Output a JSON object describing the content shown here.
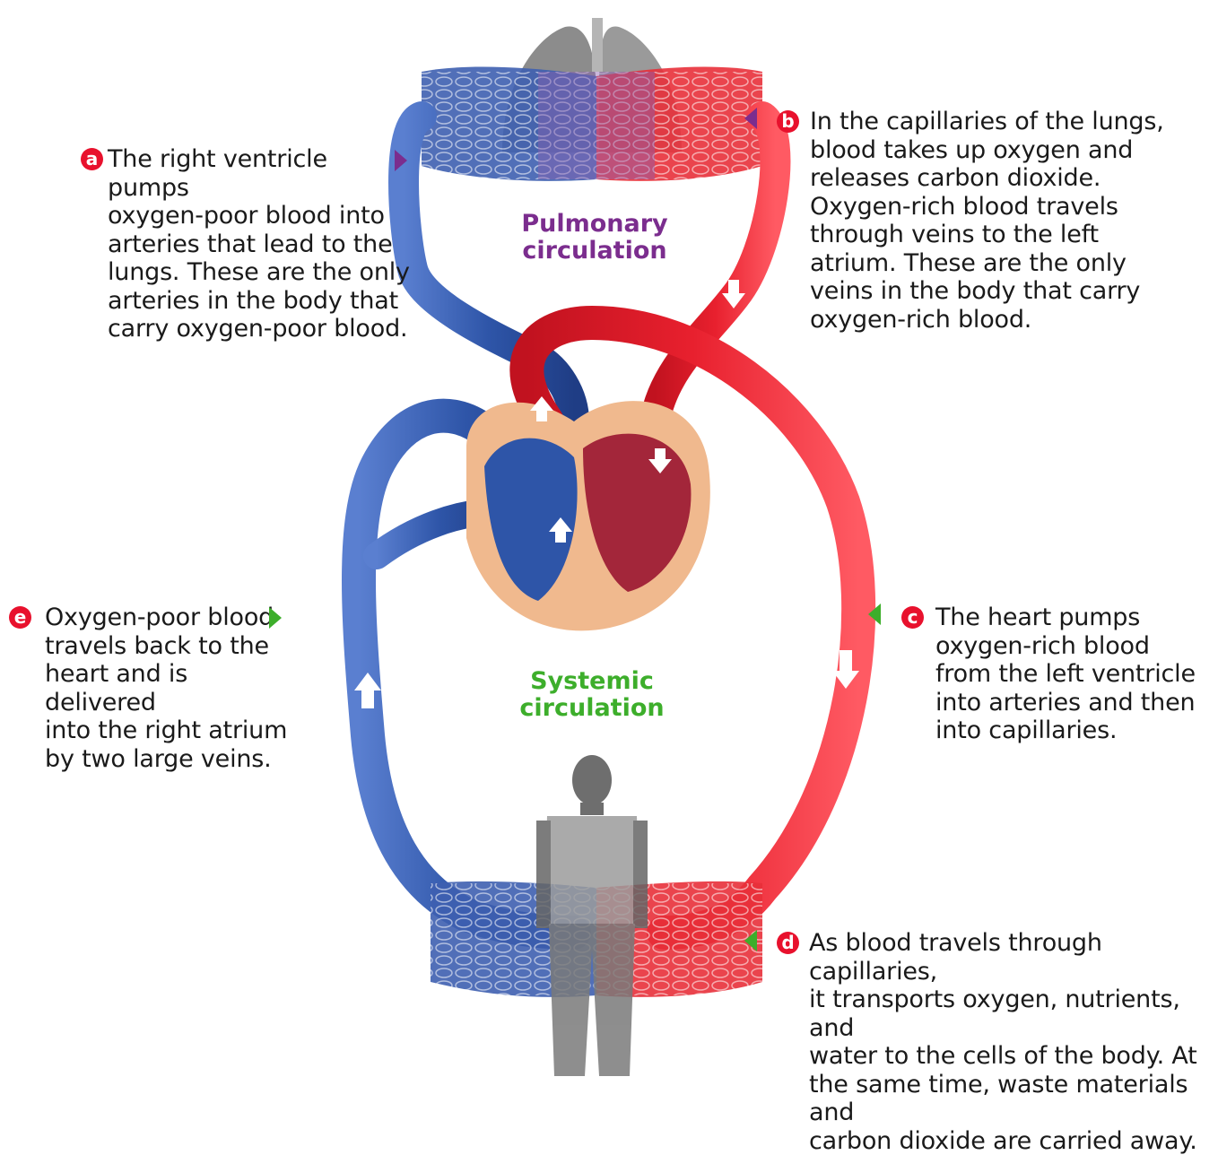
{
  "labels": {
    "pulmonary": "Pulmonary\ncirculation",
    "systemic": "Systemic\ncirculation"
  },
  "callouts": {
    "a": {
      "letter": "a",
      "text": "The right ventricle pumps\noxygen-poor blood into\narteries that lead to the\nlungs. These are the only\narteries in the body that\ncarry oxygen-poor blood."
    },
    "b": {
      "letter": "b",
      "text": "In the capillaries of the lungs,\nblood takes up oxygen and\nreleases carbon dioxide.\nOxygen-rich blood travels\nthrough veins to the left\natrium. These are the only\nveins in the body that carry\noxygen-rich blood."
    },
    "c": {
      "letter": "c",
      "text": "The heart pumps\noxygen-rich blood\nfrom the left ventricle\ninto arteries and then\ninto capillaries."
    },
    "d": {
      "letter": "d",
      "text": "As blood travels through capillaries,\nit transports oxygen, nutrients, and\nwater to the cells of the body. At\nthe same time, waste materials and\ncarbon dioxide are carried away."
    },
    "e": {
      "letter": "e",
      "text": "Oxygen-poor blood\ntravels back to the\nheart and is delivered\ninto the right atrium\nby two large veins."
    }
  },
  "colors": {
    "oxygen_poor": "#2e55a8",
    "oxygen_rich": "#e8202e",
    "pulmonary_label": "#7b2d8e",
    "systemic_label": "#3dae2b",
    "badge": "#e8112d"
  }
}
